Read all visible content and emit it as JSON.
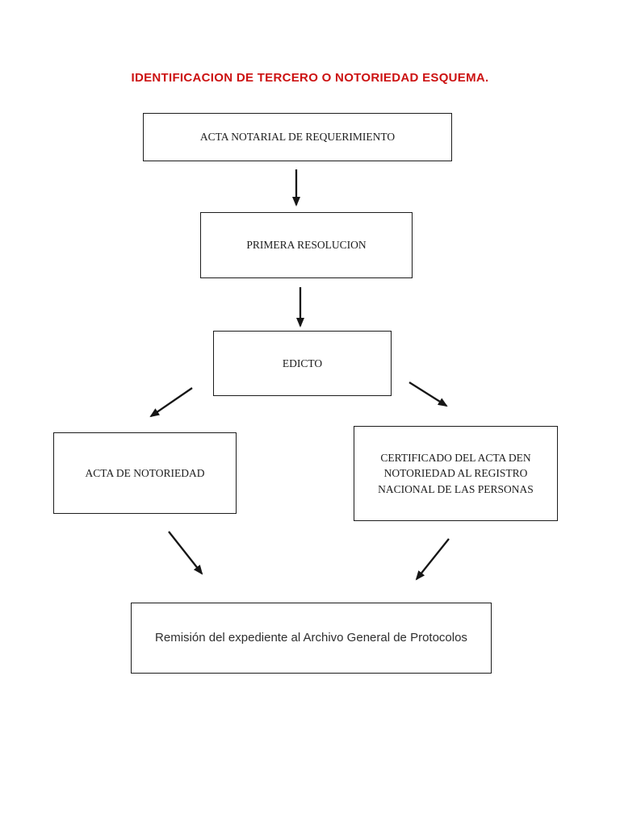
{
  "page": {
    "title": "IDENTIFICACION DE TERCERO O NOTORIEDAD ESQUEMA.",
    "title_color": "#cc1111",
    "background_color": "#ffffff",
    "box_border_color": "#1c1c1c"
  },
  "diagram": {
    "type": "flowchart",
    "nodes": [
      {
        "id": "acta-notarial",
        "label": "ACTA NOTARIAL DE REQUERIMIENTO"
      },
      {
        "id": "primera-resolucion",
        "label": "PRIMERA RESOLUCION"
      },
      {
        "id": "edicto",
        "label": "EDICTO"
      },
      {
        "id": "acta-notoriedad",
        "label": "ACTA DE NOTORIEDAD"
      },
      {
        "id": "certificado",
        "label": "CERTIFICADO DEL ACTA DEN\nNOTORIEDAD AL REGISTRO\nNACIONAL DE LAS PERSONAS"
      },
      {
        "id": "remision",
        "label": "Remisión del expediente al Archivo General de Protocolos"
      }
    ],
    "edges": [
      {
        "from": "acta-notarial",
        "to": "primera-resolucion"
      },
      {
        "from": "primera-resolucion",
        "to": "edicto"
      },
      {
        "from": "edicto",
        "to": "acta-notoriedad"
      },
      {
        "from": "edicto",
        "to": "certificado"
      },
      {
        "from": "acta-notoriedad",
        "to": "remision"
      },
      {
        "from": "certificado",
        "to": "remision"
      }
    ]
  }
}
